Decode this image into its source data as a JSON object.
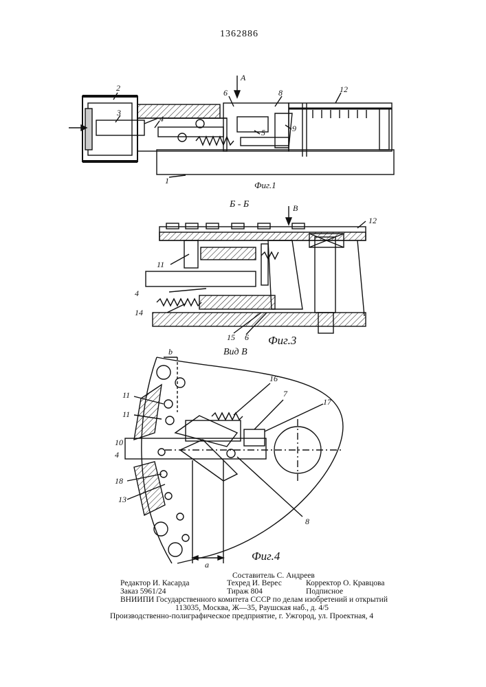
{
  "patent_number": "1362886",
  "fig1": {
    "caption": "Фиг.1",
    "view_arrow": "А",
    "labels": [
      "1",
      "2",
      "3",
      "4",
      "5",
      "6",
      "8",
      "9",
      "12"
    ]
  },
  "fig3": {
    "section_title": "Б - Б",
    "view_arrow": "В",
    "caption": "Фиг.3",
    "labels": [
      "4",
      "6",
      "11",
      "12",
      "14",
      "15"
    ]
  },
  "fig4": {
    "view_title": "Вид В",
    "caption": "Фиг.4",
    "dimension_a": "a",
    "dimension_b": "b",
    "labels": [
      "4",
      "7",
      "8",
      "10",
      "11",
      "11",
      "13",
      "16",
      "17",
      "18"
    ]
  },
  "footer": {
    "compiler": "Составитель С. Андреев",
    "editor": "Редактор И. Касарда",
    "techred": "Техред И. Верес",
    "corrector": "Корректор О. Кравцова",
    "order": "Заказ 5961/24",
    "circulation": "Тираж 804",
    "subscription": "Подписное",
    "org_line": "ВНИИПИ Государственного комитета СССР по делам изобретений и открытий",
    "address_line": "113035, Москва, Ж—35, Раушская наб., д. 4/5",
    "printer_line": "Производственно-полиграфическое предприятие, г. Ужгород, ул. Проектная, 4"
  }
}
